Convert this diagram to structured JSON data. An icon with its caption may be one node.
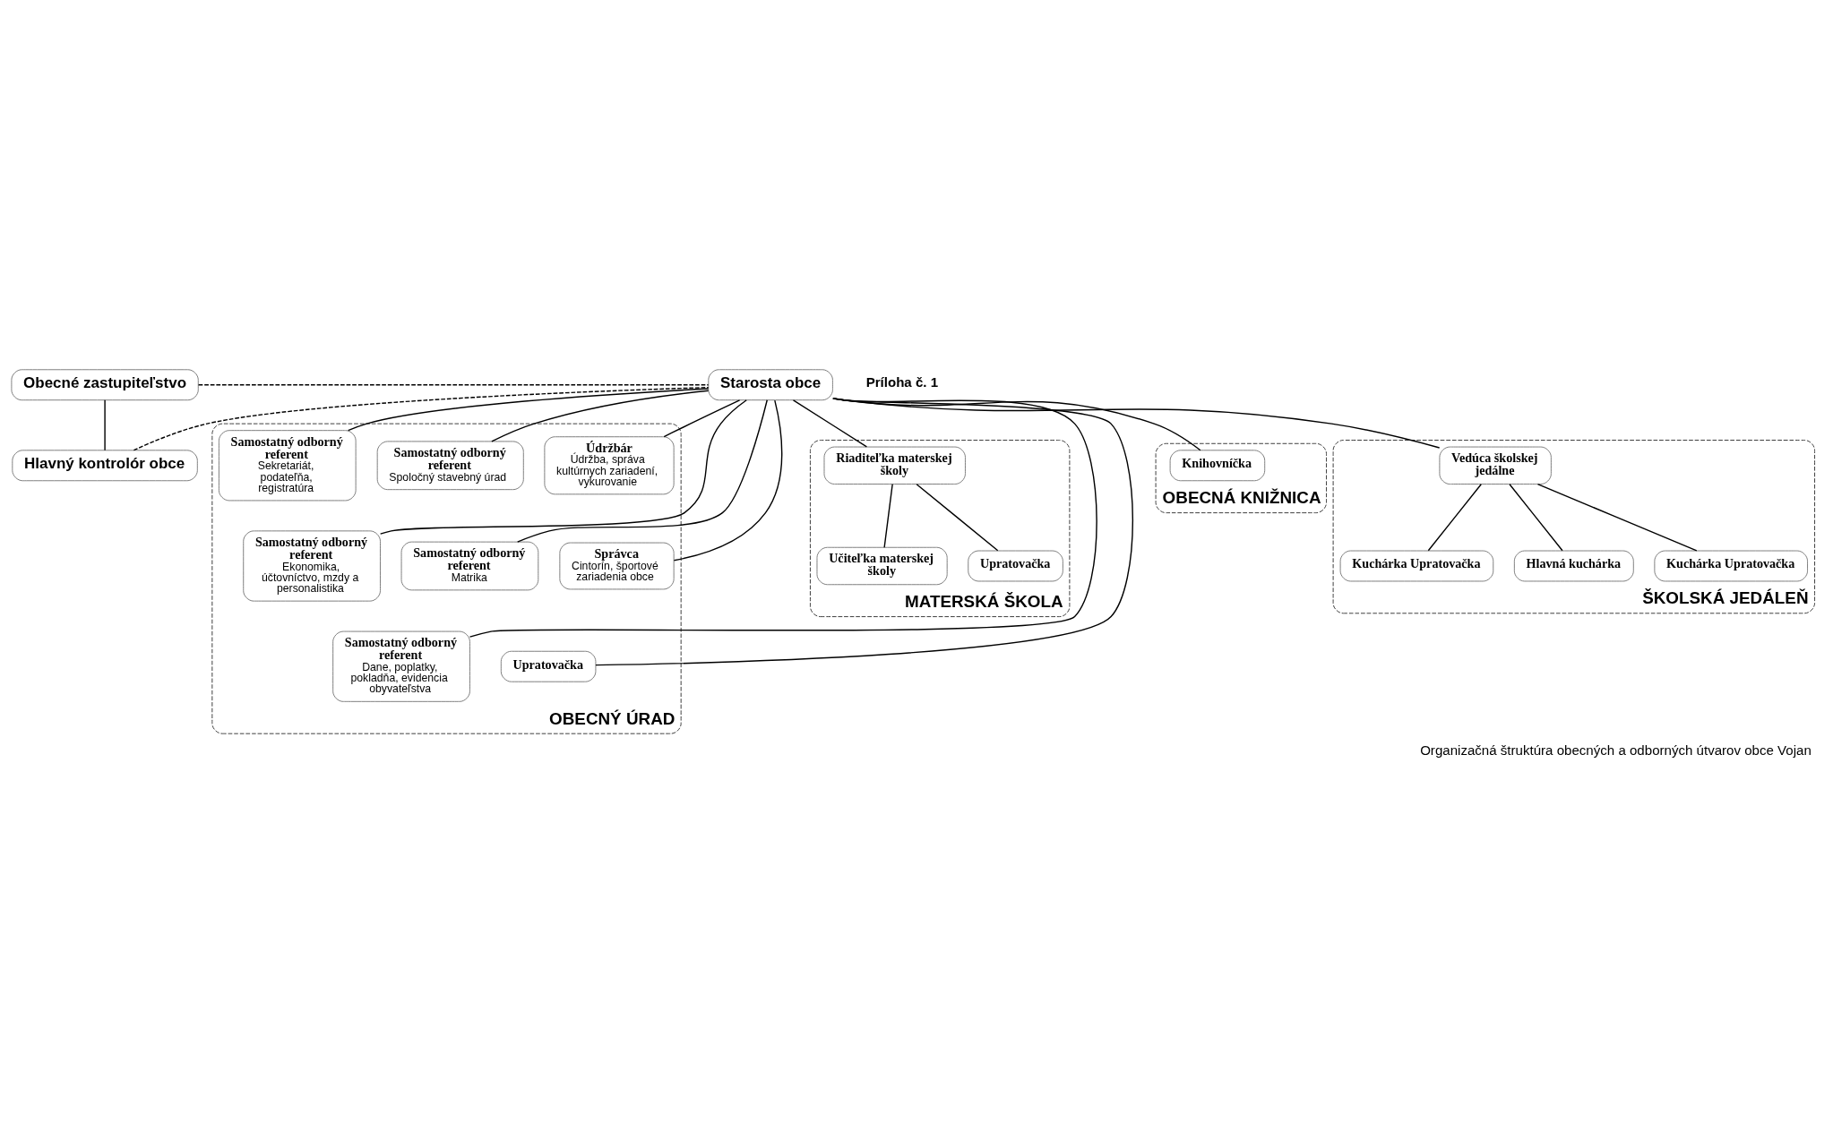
{
  "diagram": {
    "caption": "Organizačná štruktúra obecných a odborných útvarov obce Vojan",
    "nodes": [
      {
        "text": [
          "Obecné zastupiteľstvo"
        ]
      },
      {
        "text": [
          "Starosta obce"
        ]
      },
      {
        "text": [
          "Hlavný kontrolór obce"
        ]
      },
      {
        "text": [
          "OBECNÝ ÚRAD"
        ]
      },
      {
        "text": [
          "Samostatný odborný referent",
          "Sekretariát, podateľňa, registratúra"
        ],
        "in": 3
      },
      {
        "text": [
          "Samostatný odborný referent",
          "Spoločný stavebný úrad"
        ],
        "in": 3
      },
      {
        "text": [
          "Údržbár",
          "Údržba, správa kultúrnych zariadení, vykurovanie"
        ],
        "in": 3
      },
      {
        "text": [
          "Samostatný odborný referent",
          "Ekonomika, účtovníctvo, mzdy a personalistika"
        ],
        "in": 3
      },
      {
        "text": [
          "Samostatný odborný referent",
          "Matrika"
        ],
        "in": 3
      },
      {
        "text": [
          "Správca",
          "Cintorín, športové zariadenia obce"
        ],
        "in": 3
      },
      {
        "text": [
          "Samostatný odborný referent",
          "Dane, poplatky, pokladňa, evidencia obyvateľstva"
        ],
        "in": 3
      },
      {
        "text": [
          "Upratovačka"
        ],
        "in": 3
      },
      {
        "text": [
          "MATERSKÁ ŠKOLA"
        ]
      },
      {
        "text": [
          "Riaditeľka materskej školy"
        ],
        "in": 12
      },
      {
        "text": [
          "Učiteľka materskej školy"
        ],
        "in": 12
      },
      {
        "text": [
          "Upratovačka"
        ],
        "in": 12
      },
      {
        "text": [
          "OBECNÁ KNIŽNICA"
        ]
      },
      {
        "text": [
          "Knihovníčka"
        ],
        "in": 16
      },
      {
        "text": [
          "ŠKOLSKÁ JEDÁLEŇ"
        ]
      },
      {
        "text": [
          "Vedúca školskej jedálne"
        ],
        "in": 18
      },
      {
        "text": [
          "Hlavná kuchárka"
        ],
        "in": 18
      },
      {
        "text": [
          "Kuchárka Upratovačka"
        ],
        "in": 18
      },
      {
        "text": [
          "Kuchárka Upratovačka"
        ],
        "in": 18
      }
    ],
    "edges": [
      {
        "from": 0,
        "to": 1,
        "arrow": "none",
        "style": "dashed"
      },
      {
        "from": 0,
        "to": 2,
        "arrow": "none"
      },
      {
        "from": 2,
        "to": 1,
        "arrow": "none",
        "style": "dashed"
      },
      {
        "from": 1,
        "to": 4,
        "arrow": "none"
      },
      {
        "from": 1,
        "to": 5,
        "arrow": "none"
      },
      {
        "from": 1,
        "to": 6,
        "arrow": "none"
      },
      {
        "from": 1,
        "to": 7,
        "arrow": "none"
      },
      {
        "from": 1,
        "to": 8,
        "arrow": "none"
      },
      {
        "from": 1,
        "to": 9,
        "arrow": "none"
      },
      {
        "from": 1,
        "to": 10,
        "arrow": "none"
      },
      {
        "from": 1,
        "to": 11,
        "arrow": "none"
      },
      {
        "from": 1,
        "to": 13,
        "arrow": "none"
      },
      {
        "from": 13,
        "to": 14,
        "arrow": "none"
      },
      {
        "from": 13,
        "to": 15,
        "arrow": "none"
      },
      {
        "from": 1,
        "to": 17,
        "arrow": "none"
      },
      {
        "from": 1,
        "to": 19,
        "arrow": "none"
      },
      {
        "from": 19,
        "to": 20,
        "arrow": "none"
      },
      {
        "from": 19,
        "to": 21,
        "arrow": "none"
      },
      {
        "from": 19,
        "to": 22,
        "arrow": "none"
      }
    ],
    "labels": [
      "Príloha č. 1"
    ]
  }
}
